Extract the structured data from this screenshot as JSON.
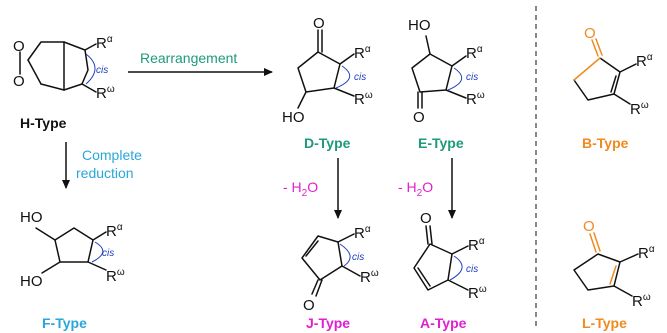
{
  "colors": {
    "black": "#111111",
    "teal": "#1e9a7a",
    "cyan": "#2aa7d8",
    "magenta": "#e020d0",
    "orange": "#f08a1f",
    "blue": "#1f3fbf"
  },
  "atoms": {
    "O": "O",
    "HO": "HO",
    "R": "R",
    "alpha": "α",
    "omega": "ω",
    "cis": "cis"
  },
  "reactions": {
    "rearrangement": "Rearrangement",
    "complete": "Complete",
    "reduction": "reduction",
    "minus_h": "- H",
    "sub2": "2",
    "o": "O"
  },
  "types": {
    "h": "H-Type",
    "d": "D-Type",
    "e": "E-Type",
    "b": "B-Type",
    "f": "F-Type",
    "j": "J-Type",
    "a": "A-Type",
    "l": "L-Type"
  }
}
